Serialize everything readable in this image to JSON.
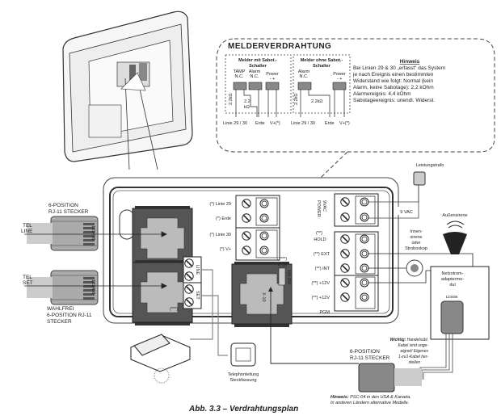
{
  "caption": "Abb. 3.3 – Verdrahtungsplan",
  "detector_wiring": {
    "title": "MELDERVERDRAHTUNG",
    "with_tamper": {
      "title_line1": "Melder mit Sabot.-",
      "title_line2": "Schalter",
      "tamp_label1": "TAMP",
      "tamp_label2": "N.C.",
      "alarm_label1": "Alarm",
      "alarm_label2": "N.C.",
      "power_label": "Power",
      "power_polarity": "-  +",
      "resistor1": "2.2kΩ",
      "resistor2_a": "2.2",
      "resistor2_b": "kΩ",
      "out_line": "Linie 29 / 30",
      "out_ground": "Erde",
      "out_vplus": "V+(*)"
    },
    "without_tamper": {
      "title_line1": "Melder ohne Sabot.-",
      "title_line2": "Schalter",
      "alarm_label1": "Alarm",
      "alarm_label2": "N.C.",
      "power_label": "Power",
      "power_polarity": "-  +",
      "resistor1": "2.2kΩ",
      "resistor2": "2.2kΩ",
      "out_line": "Linie 29 / 30",
      "out_ground": "Erde",
      "out_vplus": "V+(*)"
    },
    "note": {
      "title": "Hinweis",
      "lines": [
        "Bei Linien 29 & 30 „erfasst“ das System",
        "je nach Ereignis einen bestimmten",
        "Widerstand wie folgt: Normal (kein",
        "Alarm, keine Sabotage): 2,2 kOhm",
        "Alarmereignis: 4,4 kOhm",
        "Sabotageereignis: unendl. Widerst."
      ]
    }
  },
  "left_connectors": {
    "tel_line_plug_title1": "6-POSITION",
    "tel_line_plug_title2": "RJ-11 STECKER",
    "tel_line_label1": "TEL",
    "tel_line_label2": "LINE",
    "pin_numbers": "123456",
    "tel_set_label1": "TEL",
    "tel_set_label2": "SET",
    "tel_set_plug_title1": "WAHLFREI",
    "tel_set_plug_title2": "6-POSITION RJ-11",
    "tel_set_plug_title3": "STECKER"
  },
  "panel": {
    "terminals_detector": [
      {
        "mark": "(*)",
        "label": "Linie 29"
      },
      {
        "mark": "(*)",
        "label": "Erde"
      },
      {
        "mark": "(*)",
        "label": "Linie 30"
      },
      {
        "mark": "(*)",
        "label": "V+"
      }
    ],
    "phone_terminals": [
      {
        "label": "LINE"
      },
      {
        "label": "SET"
      }
    ],
    "phone_terminal_mark": "(***)",
    "x10_jack_label": "X-10",
    "x10_jumper_mark": "(****)",
    "x10_jumper_label": "X-10",
    "x10_jumper_options": "1W 2W",
    "power_terminal_label1": "9VAC",
    "power_terminal_label2": "POWER",
    "output_terminals": [
      {
        "mark": "(**)",
        "label": "HOLD"
      },
      {
        "mark": "(**)",
        "label": "EXT"
      },
      {
        "mark": "(**)",
        "label": "INT"
      },
      {
        "mark": "(**)",
        "label": "+12V"
      },
      {
        "mark": "(**)",
        "label": "+12V"
      },
      {
        "mark": "",
        "label": "PGM"
      }
    ]
  },
  "right_side": {
    "transformer_label": "Leistungstrafo",
    "vac_label": "9 VAC",
    "outdoor_siren_label": "Außensirene",
    "indoor_siren_label": [
      "Innen-",
      "sirene",
      "oder",
      "Stroboskop"
    ],
    "power_module_label": [
      "Netzstrom-",
      "adaptermo-",
      "dul"
    ],
    "power_module_pins": "123456",
    "warning": {
      "bold": "Wichtig:",
      "lines": [
        "Handelsübl.",
        "Kabel sind unge-",
        "eignet! Eigenes",
        "1-zu1-Kabel her-",
        "stellen"
      ]
    },
    "bottom_plug_title1": "6-POSITION",
    "bottom_plug_title2": "RJ-11 STECKER",
    "bottom_note_bold": "Hinweis:",
    "bottom_note_line1": "PSC-04 in den USA & Kanada.",
    "bottom_note_line2": "In anderen Ländern alternative Modelle."
  },
  "phone": {
    "jack_label1": "Telephonleitung",
    "jack_label2": "Steckfassung"
  }
}
